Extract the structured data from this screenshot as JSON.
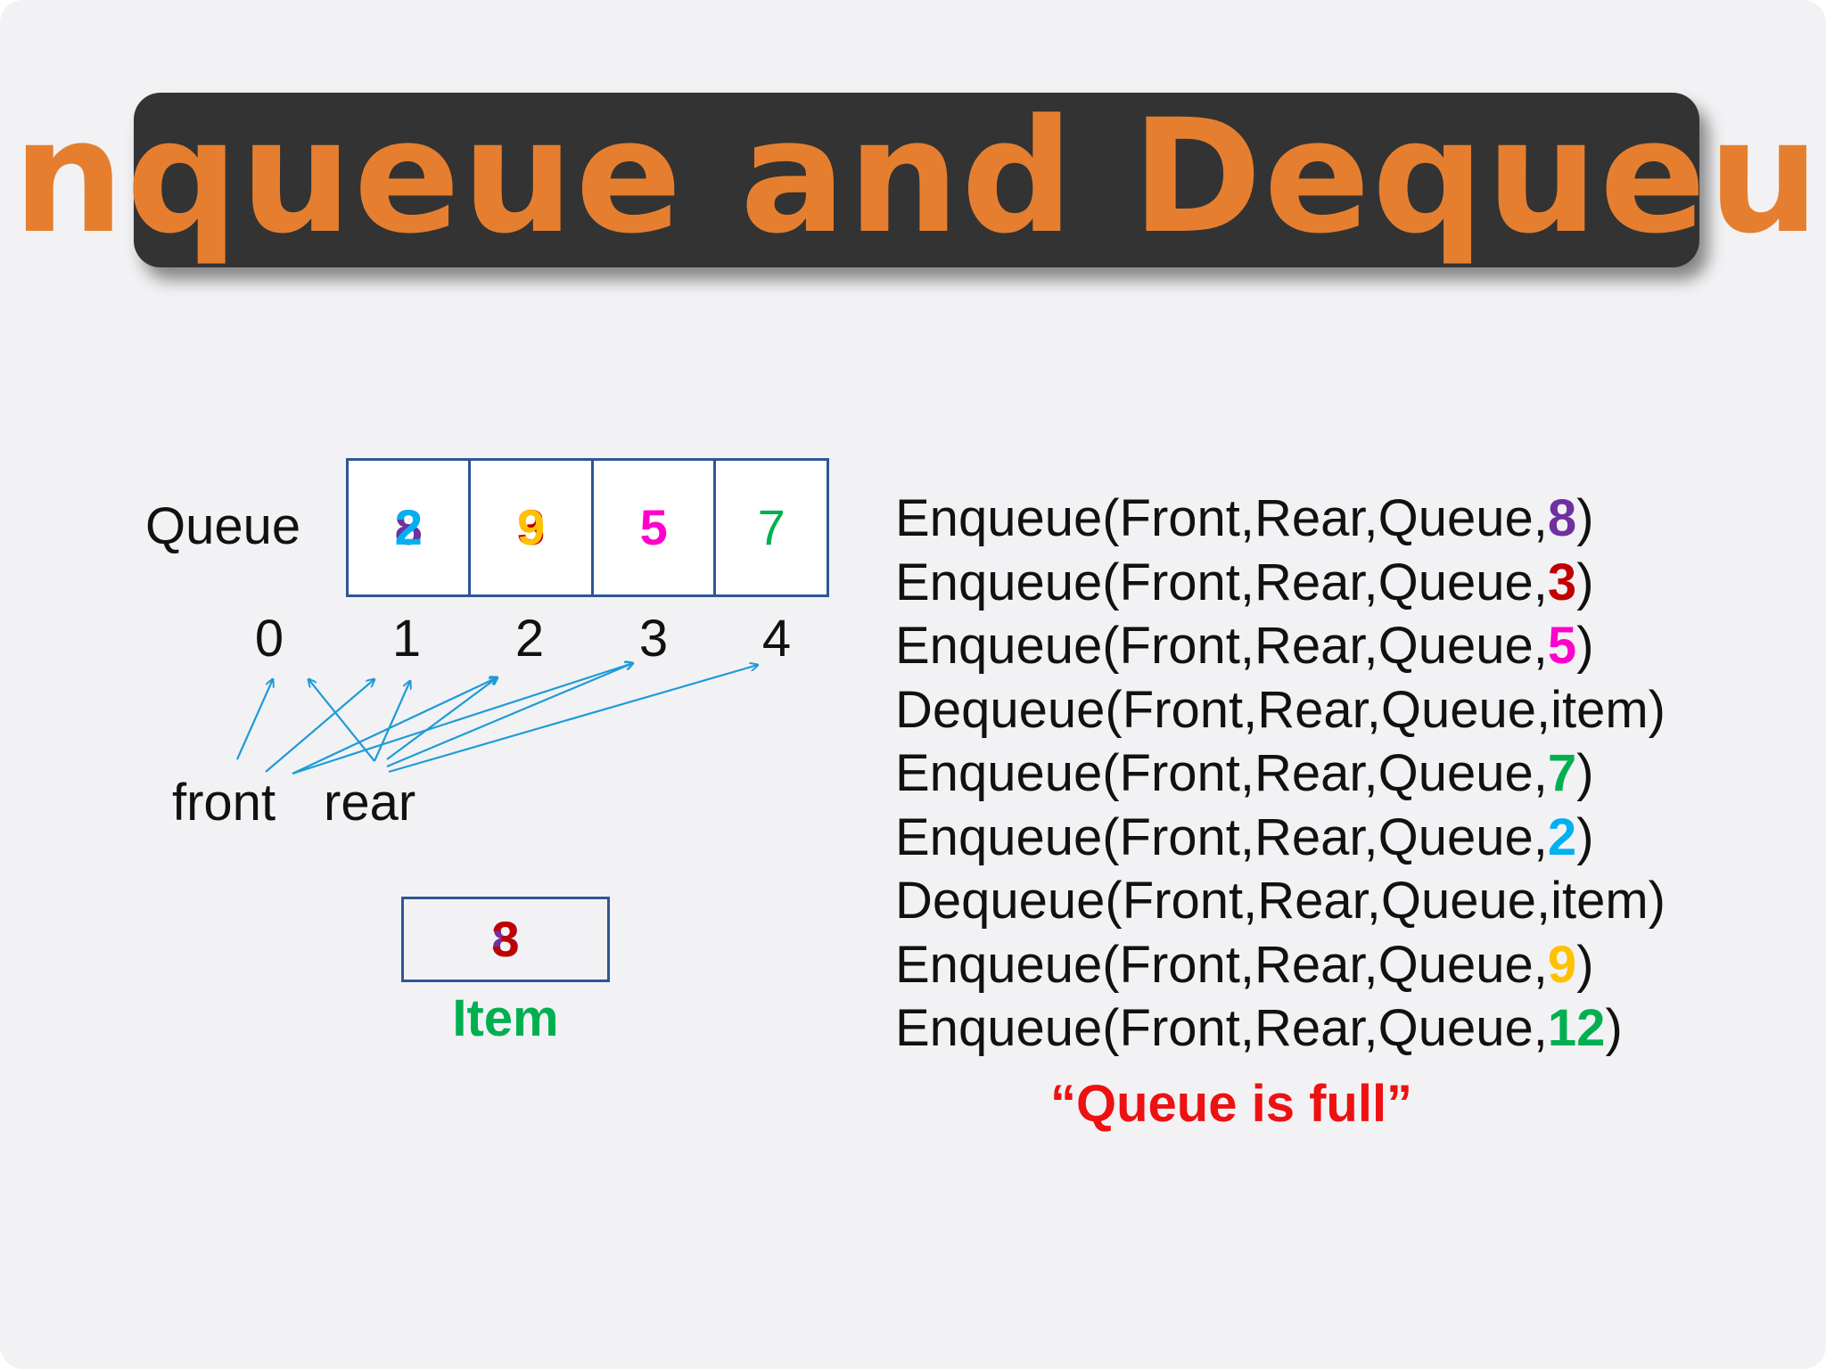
{
  "title": "Enqueue and Dequeue",
  "queue": {
    "label": "Queue",
    "cells": [
      {
        "values": [
          {
            "text": "8",
            "color": "#7030a0"
          },
          {
            "text": "2",
            "color": "#00b0f0"
          }
        ]
      },
      {
        "values": [
          {
            "text": "3",
            "color": "#c00000"
          },
          {
            "text": "9",
            "color": "#ffc000"
          }
        ]
      },
      {
        "values": [
          {
            "text": "5",
            "color": "#ff00cc"
          }
        ]
      },
      {
        "values": [
          {
            "text": "7",
            "color": "#00b050",
            "weight": "normal"
          }
        ]
      }
    ],
    "indices": [
      "0",
      "1",
      "2",
      "3",
      "4"
    ]
  },
  "pointers": {
    "front": "front",
    "rear": "rear"
  },
  "item": {
    "label": "Item",
    "values": [
      {
        "text": "8",
        "color": "#7030a0"
      },
      {
        "text": "3",
        "color": "#c00000"
      }
    ]
  },
  "operations": [
    {
      "prefix": "Enqueue(Front,Rear,Queue,",
      "arg": "8",
      "arg_color": "#7030a0",
      "suffix": ")"
    },
    {
      "prefix": "Enqueue(Front,Rear,Queue,",
      "arg": "3",
      "arg_color": "#c00000",
      "suffix": ")"
    },
    {
      "prefix": "Enqueue(Front,Rear,Queue,",
      "arg": "5",
      "arg_color": "#ff00cc",
      "suffix": ")"
    },
    {
      "prefix": "Dequeue(Front,Rear,Queue,item)",
      "arg": "",
      "arg_color": "",
      "suffix": ""
    },
    {
      "prefix": "Enqueue(Front,Rear,Queue,",
      "arg": "7",
      "arg_color": "#00b050",
      "suffix": ")"
    },
    {
      "prefix": "Enqueue(Front,Rear,Queue,",
      "arg": "2",
      "arg_color": "#00b0f0",
      "suffix": ")"
    },
    {
      "prefix": "Dequeue(Front,Rear,Queue,item)",
      "arg": "",
      "arg_color": "",
      "suffix": ""
    },
    {
      "prefix": "Enqueue(Front,Rear,Queue,",
      "arg": "9",
      "arg_color": "#ffc000",
      "suffix": ")"
    },
    {
      "prefix": "Enqueue(Front,Rear,Queue,",
      "arg": "12",
      "arg_color": "#00b050",
      "suffix": ")"
    }
  ],
  "message": "“Queue is full”",
  "colors": {
    "title": "#e57f2f",
    "title_bg": "#333333",
    "box_border": "#2f5597",
    "arrow": "#1f9bd7",
    "message": "#ee1111",
    "item_label": "#00b050"
  }
}
